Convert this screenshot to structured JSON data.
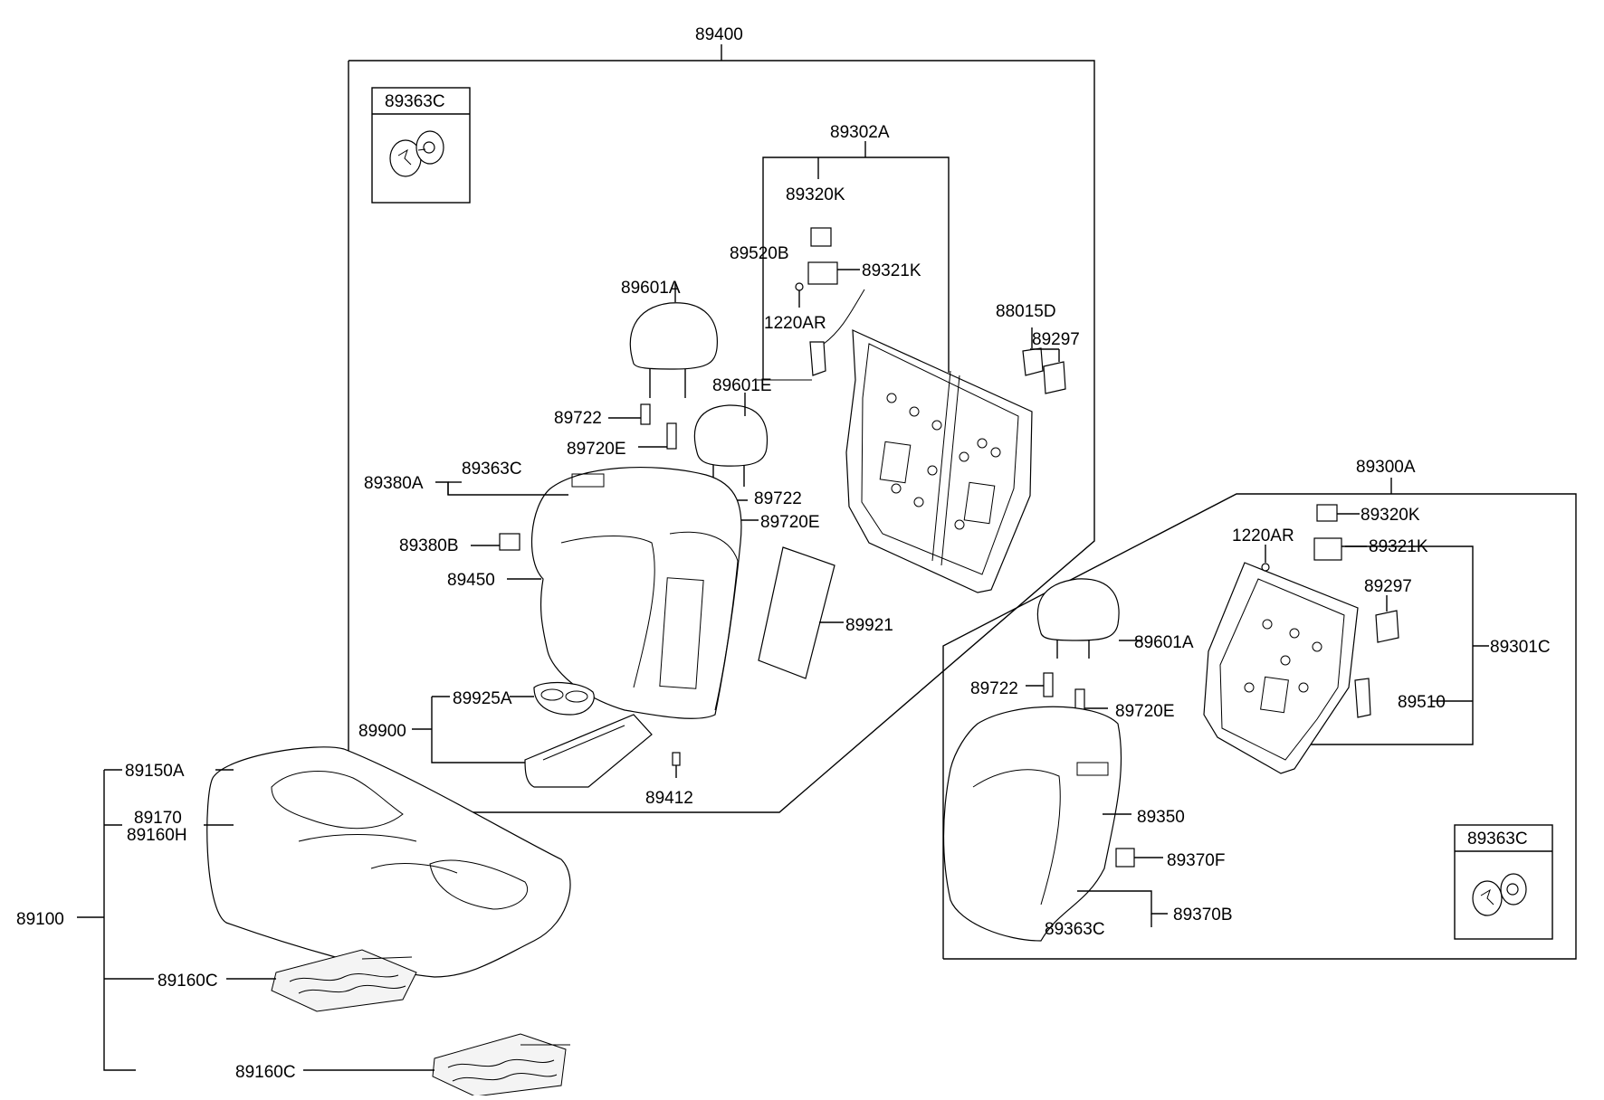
{
  "labels": {
    "l89400": "89400",
    "l89363C_a": "89363C",
    "l89302A": "89302A",
    "l89320K_a": "89320K",
    "l89520B": "89520B",
    "l89321K_a": "89321K",
    "l1220AR_a": "1220AR",
    "l89601A_a": "89601A",
    "l88015D": "88015D",
    "l89297_a": "89297",
    "l89601E": "89601E",
    "l89722_a": "89722",
    "l89720E_a": "89720E",
    "l89380A": "89380A",
    "l89363C_b": "89363C",
    "l89722_b": "89722",
    "l89720E_b": "89720E",
    "l89380B": "89380B",
    "l89450": "89450",
    "l89921": "89921",
    "l89925A": "89925A",
    "l89900": "89900",
    "l89412": "89412",
    "l89300A": "89300A",
    "l89320K_b": "89320K",
    "l1220AR_b": "1220AR",
    "l89321K_b": "89321K",
    "l89297_b": "89297",
    "l89601A_b": "89601A",
    "l89301C": "89301C",
    "l89722_c": "89722",
    "l89720E_c": "89720E",
    "l89510": "89510",
    "l89350": "89350",
    "l89370F": "89370F",
    "l89363C_c": "89363C",
    "l89370B": "89370B",
    "l89363C_d": "89363C",
    "l89150A": "89150A",
    "l89170": "89170",
    "l89160H": "89160H",
    "l89100": "89100",
    "l89160C_a": "89160C",
    "l89160C_b": "89160C"
  }
}
